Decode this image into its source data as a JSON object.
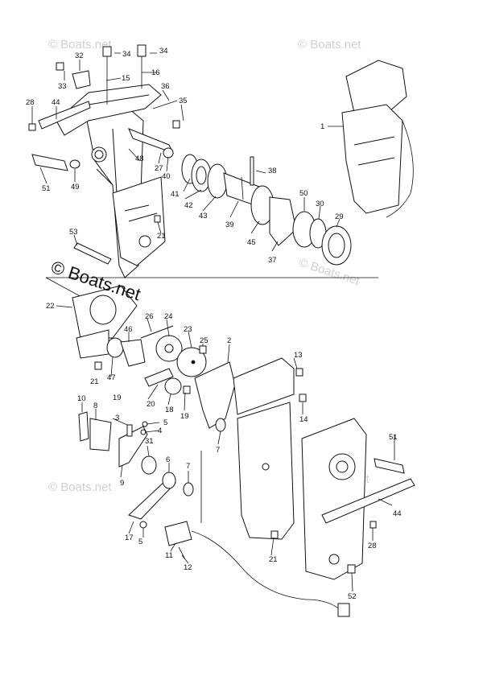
{
  "watermarks": {
    "main": "© Boats.net",
    "faint": "© Boats.net"
  },
  "callouts": [
    {
      "id": "c1",
      "text": "1"
    },
    {
      "id": "c2",
      "text": "2"
    },
    {
      "id": "c3",
      "text": "3"
    },
    {
      "id": "c4",
      "text": "4"
    },
    {
      "id": "c5a",
      "text": "5"
    },
    {
      "id": "c5b",
      "text": "5"
    },
    {
      "id": "c6",
      "text": "6"
    },
    {
      "id": "c7a",
      "text": "7"
    },
    {
      "id": "c7b",
      "text": "7"
    },
    {
      "id": "c8",
      "text": "8"
    },
    {
      "id": "c9",
      "text": "9"
    },
    {
      "id": "c10",
      "text": "10"
    },
    {
      "id": "c11",
      "text": "11"
    },
    {
      "id": "c12",
      "text": "12"
    },
    {
      "id": "c13",
      "text": "13"
    },
    {
      "id": "c14",
      "text": "14"
    },
    {
      "id": "c15",
      "text": "15"
    },
    {
      "id": "c16",
      "text": "16"
    },
    {
      "id": "c17",
      "text": "17"
    },
    {
      "id": "c18",
      "text": "18"
    },
    {
      "id": "c19a",
      "text": "19"
    },
    {
      "id": "c19b",
      "text": "19"
    },
    {
      "id": "c20",
      "text": "20"
    },
    {
      "id": "c21a",
      "text": "21"
    },
    {
      "id": "c21b",
      "text": "21"
    },
    {
      "id": "c21c",
      "text": "21"
    },
    {
      "id": "c22",
      "text": "22"
    },
    {
      "id": "c23",
      "text": "23"
    },
    {
      "id": "c24",
      "text": "24"
    },
    {
      "id": "c25",
      "text": "25"
    },
    {
      "id": "c26",
      "text": "26"
    },
    {
      "id": "c27",
      "text": "27"
    },
    {
      "id": "c28a",
      "text": "28"
    },
    {
      "id": "c28b",
      "text": "28"
    },
    {
      "id": "c29",
      "text": "29"
    },
    {
      "id": "c30",
      "text": "30"
    },
    {
      "id": "c31",
      "text": "31"
    },
    {
      "id": "c32",
      "text": "32"
    },
    {
      "id": "c33",
      "text": "33"
    },
    {
      "id": "c34a",
      "text": "34"
    },
    {
      "id": "c34b",
      "text": "34"
    },
    {
      "id": "c35",
      "text": "35"
    },
    {
      "id": "c36",
      "text": "36"
    },
    {
      "id": "c37",
      "text": "37"
    },
    {
      "id": "c38",
      "text": "38"
    },
    {
      "id": "c39",
      "text": "39"
    },
    {
      "id": "c40",
      "text": "40"
    },
    {
      "id": "c41",
      "text": "41"
    },
    {
      "id": "c42",
      "text": "42"
    },
    {
      "id": "c43",
      "text": "43"
    },
    {
      "id": "c44a",
      "text": "44"
    },
    {
      "id": "c44b",
      "text": "44"
    },
    {
      "id": "c45",
      "text": "45"
    },
    {
      "id": "c46",
      "text": "46"
    },
    {
      "id": "c47",
      "text": "47"
    },
    {
      "id": "c48",
      "text": "48"
    },
    {
      "id": "c49",
      "text": "49"
    },
    {
      "id": "c50",
      "text": "50"
    },
    {
      "id": "c51a",
      "text": "51"
    },
    {
      "id": "c51b",
      "text": "51"
    },
    {
      "id": "c52",
      "text": "52"
    },
    {
      "id": "c53",
      "text": "53"
    }
  ]
}
